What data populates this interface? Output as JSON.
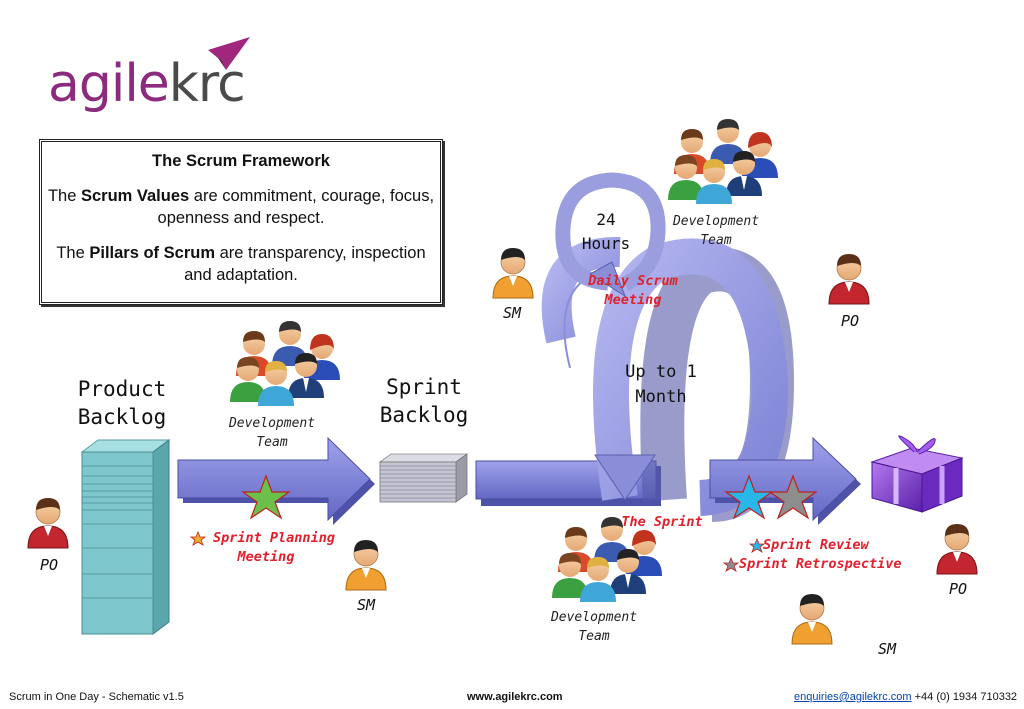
{
  "logo": {
    "text_agile": "agile",
    "text_krc": "krc"
  },
  "framework_box": {
    "title": "The Scrum Framework",
    "values_pre": "The ",
    "values_bold": "Scrum Values",
    "values_post": " are commitment, courage, focus, openness and respect.",
    "pillars_pre": "The ",
    "pillars_bold": "Pillars of Scrum",
    "pillars_post": " are transparency, inspection and adaptation."
  },
  "labels": {
    "product_backlog_1": "Product",
    "product_backlog_2": "Backlog",
    "sprint_backlog_1": "Sprint",
    "sprint_backlog_2": "Backlog",
    "hours_1": "24",
    "hours_2": "Hours",
    "month_1": "Up to 1",
    "month_2": "Month",
    "daily_scrum_1": "Daily Scrum",
    "daily_scrum_2": "Meeting",
    "the_sprint": "The Sprint",
    "sprint_planning_1": "Sprint Planning",
    "sprint_planning_2": "Meeting",
    "sprint_review": "Sprint Review",
    "sprint_retro": "Sprint Retrospective"
  },
  "roles": {
    "po": "PO",
    "sm": "SM",
    "dev_1": "Development",
    "dev_2": "Team"
  },
  "footer": {
    "left": "Scrum in One Day - Schematic v1.5",
    "center": "www.agilekrc.com",
    "email": "enquiries@agilekrc.com",
    "phone": " +44 (0) 1934 710332"
  },
  "colors": {
    "arrow": "#7b7fd6",
    "cycle": "#9da1e3",
    "backlog": "#7cc6cc",
    "logo_purple": "#8b2a7e",
    "accent_red": "#e0212c",
    "star_green": "#6ac04a",
    "star_blue": "#29b6e8",
    "star_grey": "#8d8d8d",
    "gift": "#8a3fd8"
  }
}
